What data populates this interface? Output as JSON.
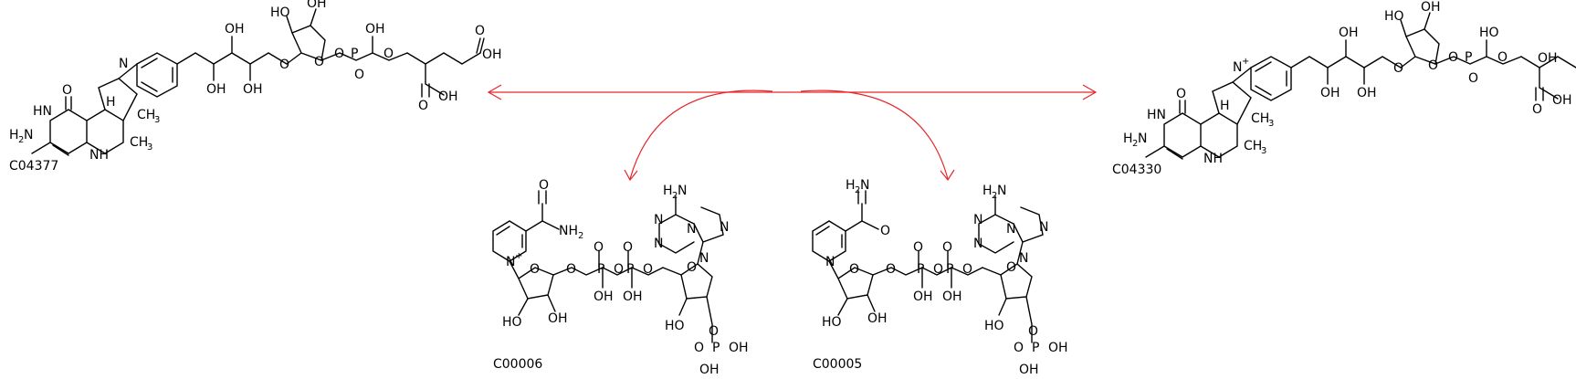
{
  "diagram": {
    "type": "reaction-scheme",
    "arrow_color": "#e8262b",
    "compounds": [
      {
        "id": "C04377",
        "role": "substrate"
      },
      {
        "id": "C04330",
        "role": "product"
      },
      {
        "id": "C00006",
        "role": "cofactor-in"
      },
      {
        "id": "C00005",
        "role": "cofactor-out"
      }
    ]
  },
  "atoms": {
    "OH": "OH",
    "HO": "HO",
    "O": "O",
    "N": "N",
    "H": "H",
    "P": "P",
    "NH": "NH",
    "HN": "HN",
    "H2N_main": "H",
    "H2N_sub": "2",
    "H2N_N": "N",
    "CH3_C": "CH",
    "CH3_3": "3",
    "NH2_N": "NH",
    "NH2_2": "2",
    "H2N_H": "H",
    "H2N_2": "2",
    "NH2b_N": "N",
    "plus": "+"
  }
}
